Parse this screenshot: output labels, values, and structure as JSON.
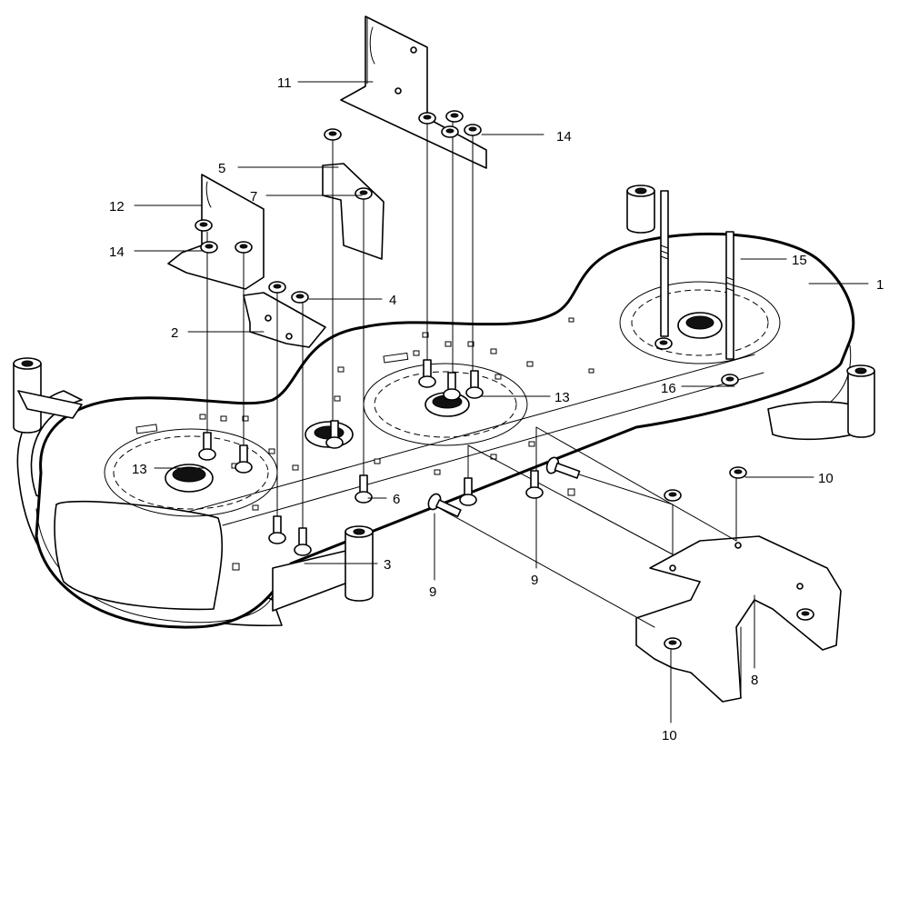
{
  "callouts": {
    "c1": "1",
    "c2": "2",
    "c3": "3",
    "c4": "4",
    "c5": "5",
    "c6": "6",
    "c7": "7",
    "c8": "8",
    "c9a": "9",
    "c9b": "9",
    "c10a": "10",
    "c10b": "10",
    "c11": "11",
    "c12": "12",
    "c13a": "13",
    "c13b": "13",
    "c14a": "14",
    "c14b": "14",
    "c15": "15",
    "c16": "16"
  }
}
